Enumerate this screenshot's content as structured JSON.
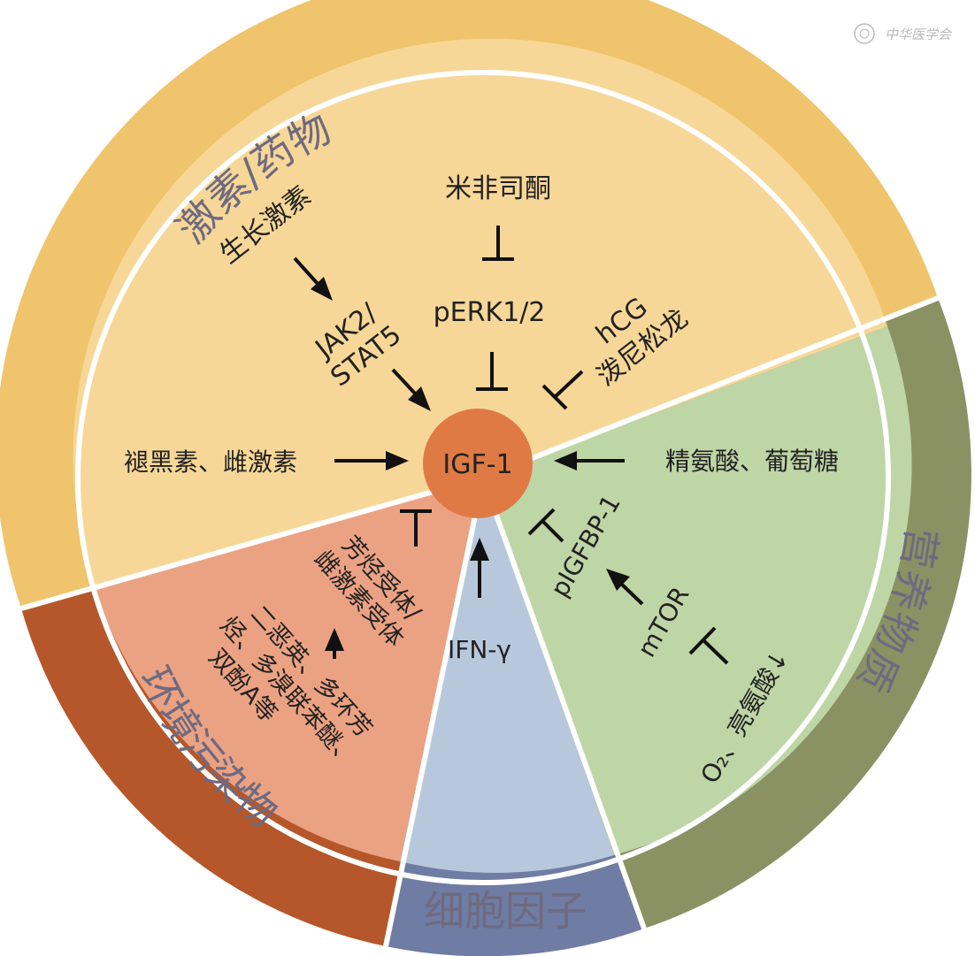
{
  "watermark": "中华医学会",
  "center": {
    "label": "IGF-1"
  },
  "ring_labels": {
    "hormones": "激素/药物",
    "nutrients": "营养物质",
    "cytokines": "细胞因子",
    "pollutants": "环境污染物"
  },
  "hormone_sector": {
    "growth_hormone": "生长激素",
    "jak_stat": [
      "JAK2/",
      "STAT5"
    ],
    "mifepristone": "米非司酮",
    "perk": "pERK1/2",
    "hcg": [
      "hCG",
      "泼尼松龙"
    ],
    "melatonin_estrogen": "褪黑素、雌激素"
  },
  "nutrient_sector": {
    "arginine_glucose": "精氨酸、葡萄糖",
    "pigfbp": "pIGFBP-1",
    "mtor": "mTOR",
    "o2_leucine": "O₂、亮氨酸↓"
  },
  "cytokine_sector": {
    "ifn": "IFN-γ"
  },
  "pollutant_sector": {
    "receptors": [
      "芳烃受体/",
      "雌激素受体"
    ],
    "pollutants": [
      "二恶英、多环芳",
      "烃、多溴联苯醚、",
      "双酚A等"
    ]
  }
}
